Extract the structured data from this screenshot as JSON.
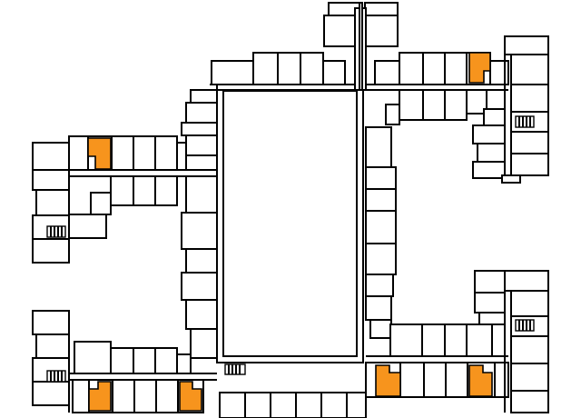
{
  "plan": {
    "background": "#ffffff",
    "line_color": "#000000",
    "highlight_color": "#f7941d",
    "highlighted_unit_count": 6,
    "courtyard": "empty",
    "stair_icon": "stair-symbol"
  }
}
